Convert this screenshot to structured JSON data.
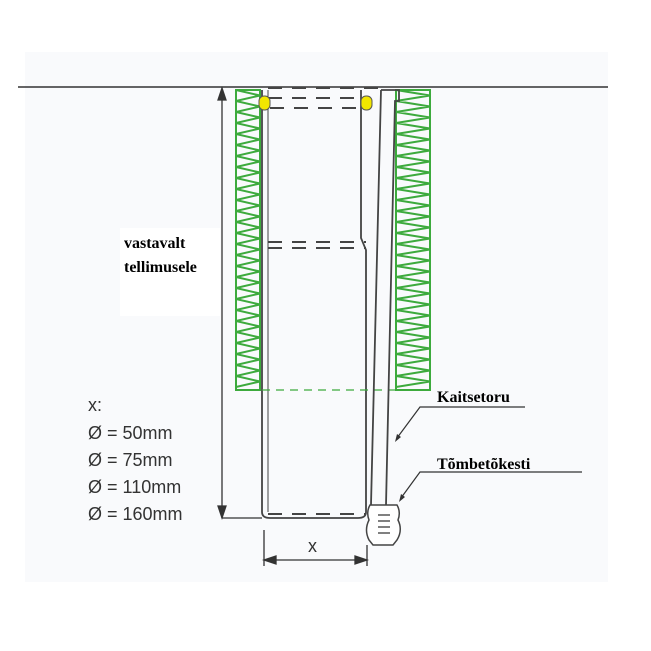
{
  "labels": {
    "height_line1": "vastavalt",
    "height_line2": "tellimusele",
    "protective_tube": "Kaitsetoru",
    "pull_stop": "Tõmbetõkesti",
    "width_dim": "x"
  },
  "sizes": {
    "title": "x:",
    "items": [
      "Ø = 50mm",
      "Ø = 75mm",
      "Ø = 110mm",
      "Ø = 160mm"
    ]
  },
  "colors": {
    "insulation": "#3daa3d",
    "ring": "#f2e600",
    "line": "#444444"
  }
}
